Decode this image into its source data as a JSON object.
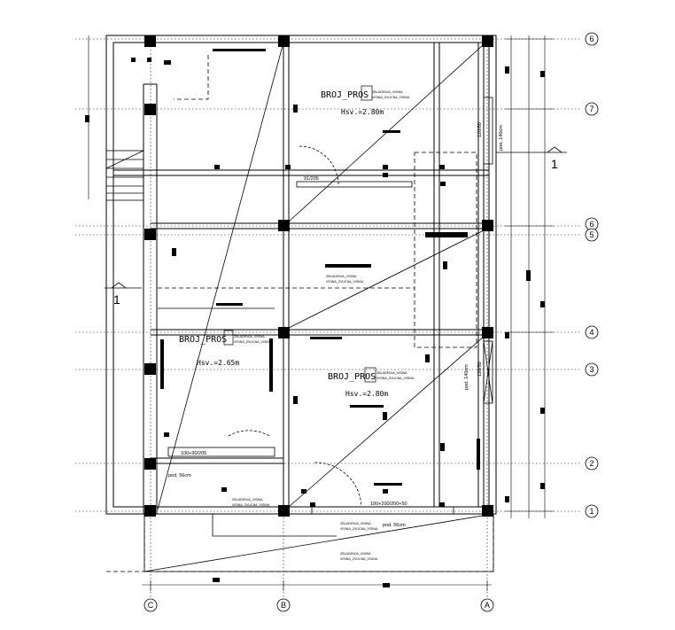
{
  "grid": {
    "rows": [
      "6",
      "7",
      "6",
      "5",
      "4",
      "3",
      "2",
      "1"
    ],
    "cols": [
      "C",
      "B",
      "A"
    ]
  },
  "rooms": [
    {
      "label": "BROJ_PROS",
      "height": "Hsv.=2.80m"
    },
    {
      "label": "BROJ_PROS",
      "height": "Hsv.=2.65m"
    },
    {
      "label": "BROJ_PROS",
      "height": "Hsv.=2.80m"
    }
  ],
  "section": {
    "marker": "1"
  },
  "dims": {
    "door_top": "91/205",
    "win_right_top": "120/80",
    "win_right_top_b": "pod. 140cm",
    "win_right_mid": "120/80",
    "win_right_mid_b": "pod. 140cm",
    "win_left": "100+90/205",
    "pod_left": "pod. 56cm",
    "win_bottom": "100+200/200+50",
    "pod_bottom": "pod. 56cm"
  },
  "tags": {
    "line1": "ZBLADENJA_VISINA",
    "line2": "VISINA_ZVUCNA_VISINA"
  }
}
